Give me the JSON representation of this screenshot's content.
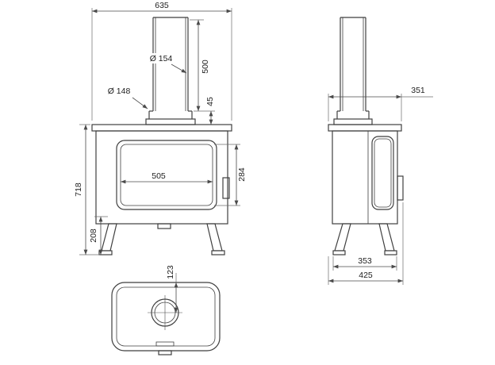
{
  "colors": {
    "background": "#ffffff",
    "object_line": "#3f3f3f",
    "dimension_line": "#4a4a4a",
    "label_text": "#1e1e1e"
  },
  "dimensions": {
    "total_width": "635",
    "flue_pipe_diameter": "Ø 154",
    "flue_pipe_height": "500",
    "flue_collar_height": "45",
    "flue_collar_diameter": "Ø 148",
    "total_height": "718",
    "glass_width": "505",
    "glass_height": "284",
    "leg_height": "208",
    "top_plate_depth": "351",
    "feet_depth": "353",
    "total_depth": "425",
    "flue_center_offset": "123"
  }
}
